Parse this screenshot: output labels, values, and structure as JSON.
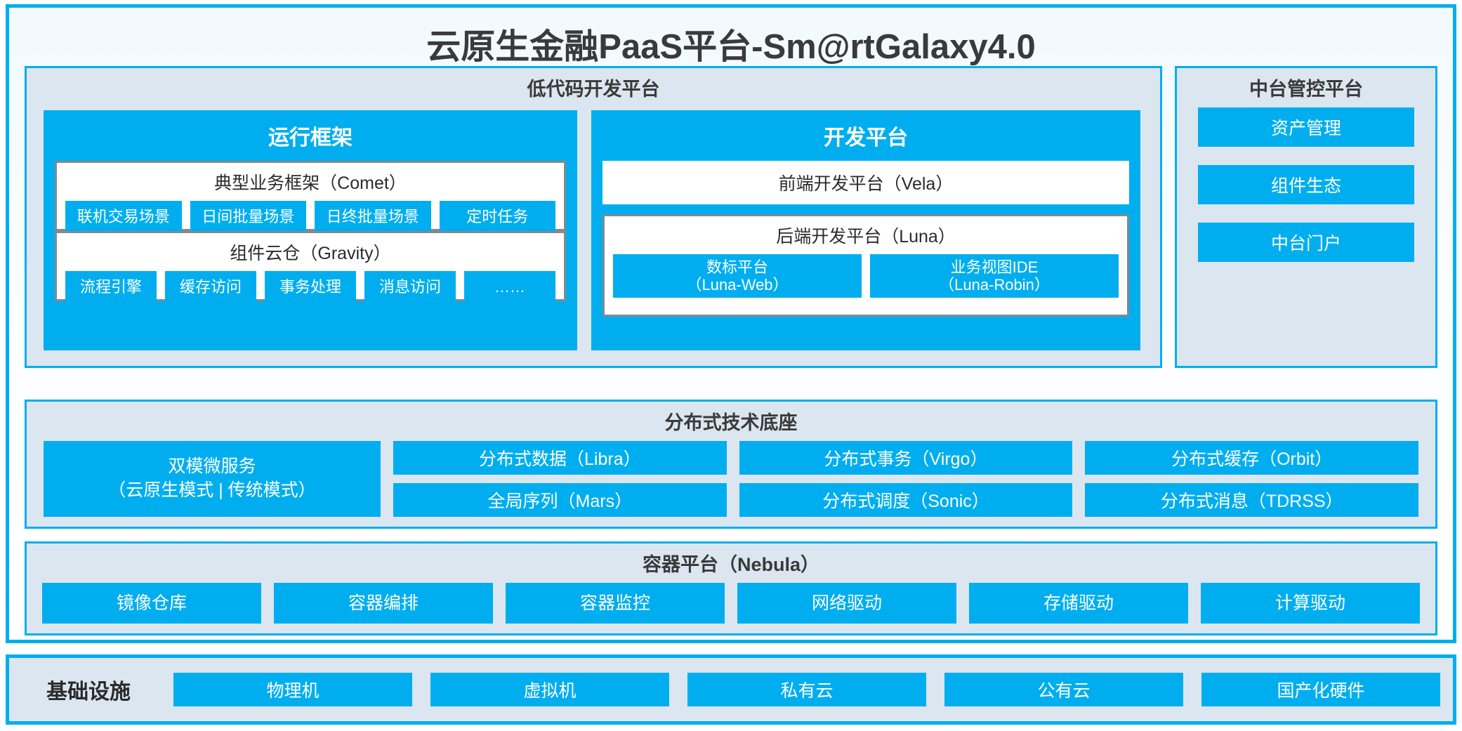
{
  "colors": {
    "accent_blue": "#00AEEF",
    "panel_bg": "#DCE6F1",
    "inner_white": "#FFFFFF",
    "inner_border_gray": "#808A93",
    "text_dark": "#2B2B2B"
  },
  "title": "云原生金融PaaS平台-Sm@rtGalaxy4.0",
  "lowcode": {
    "title": "低代码开发平台",
    "runtime_framework": {
      "title": "运行框架",
      "groups": [
        {
          "title": "典型业务框架（Comet）",
          "chips": [
            "联机交易场景",
            "日间批量场景",
            "日终批量场景",
            "定时任务"
          ]
        },
        {
          "title": "组件云仓（Gravity）",
          "chips": [
            "流程引擎",
            "缓存访问",
            "事务处理",
            "消息访问",
            "……"
          ]
        }
      ]
    },
    "dev_platform": {
      "title": "开发平台",
      "frontend": "前端开发平台（Vela）",
      "backend": {
        "title": "后端开发平台（Luna）",
        "chips": [
          "数标平台\n（Luna-Web）",
          "业务视图IDE\n（Luna-Robin）"
        ]
      }
    }
  },
  "mid_platform": {
    "title": "中台管控平台",
    "chips": [
      "资产管理",
      "组件生态",
      "中台门户"
    ]
  },
  "tech_base": {
    "title": "分布式技术底座",
    "dual_mode": "双模微服务\n（云原生模式 | 传统模式）",
    "columns": [
      [
        "分布式数据（Libra）",
        "全局序列（Mars）"
      ],
      [
        "分布式事务（Virgo）",
        "分布式调度（Sonic）"
      ],
      [
        "分布式缓存（Orbit）",
        "分布式消息（TDRSS）"
      ]
    ]
  },
  "container_platform": {
    "title": "容器平台（Nebula）",
    "chips": [
      "镜像仓库",
      "容器编排",
      "容器监控",
      "网络驱动",
      "存储驱动",
      "计算驱动"
    ]
  },
  "infrastructure": {
    "label": "基础设施",
    "chips": [
      "物理机",
      "虚拟机",
      "私有云",
      "公有云",
      "国产化硬件"
    ]
  }
}
